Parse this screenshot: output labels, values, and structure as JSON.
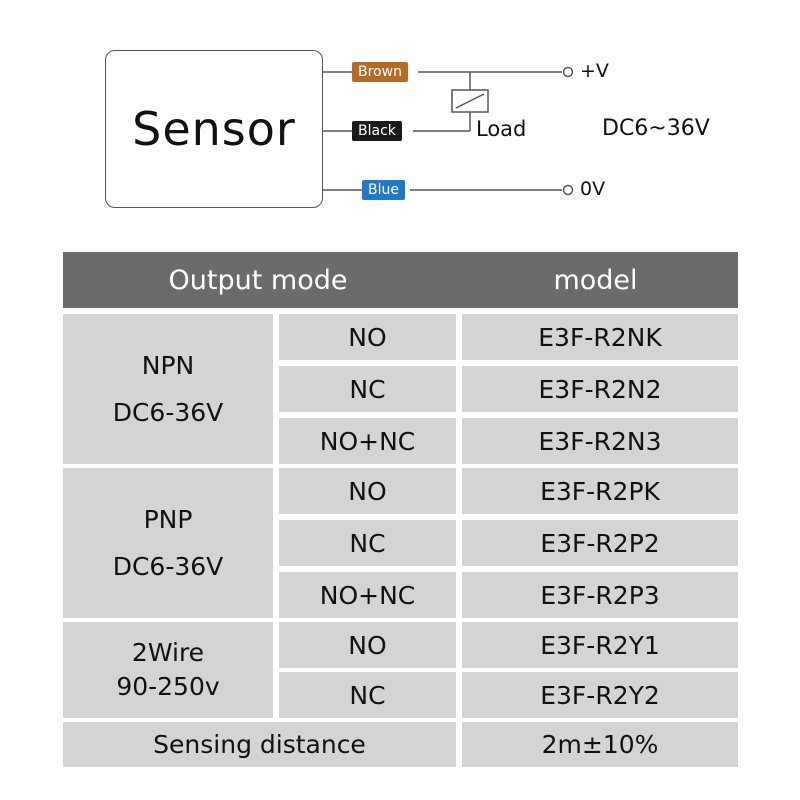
{
  "diagram": {
    "sensor_label": "Sensor",
    "wires": [
      {
        "label": "Brown",
        "color": "#b46b24"
      },
      {
        "label": "Black",
        "color": "#1b1b1b"
      },
      {
        "label": "Blue",
        "color": "#1f78c8"
      }
    ],
    "positive_label": "+V",
    "zero_label": "0V",
    "load_label": "Load",
    "supply_label": "DC6~36V"
  },
  "table": {
    "header": {
      "output_mode": "Output mode",
      "model": "model"
    },
    "groups": [
      {
        "type": "NPN",
        "voltage": "DC6-36V",
        "rows": [
          {
            "mode": "NO",
            "model": "E3F-R2NK"
          },
          {
            "mode": "NC",
            "model": "E3F-R2N2"
          },
          {
            "mode": "NO+NC",
            "model": "E3F-R2N3"
          }
        ]
      },
      {
        "type": "PNP",
        "voltage": "DC6-36V",
        "rows": [
          {
            "mode": "NO",
            "model": "E3F-R2PK"
          },
          {
            "mode": "NC",
            "model": "E3F-R2P2"
          },
          {
            "mode": "NO+NC",
            "model": "E3F-R2P3"
          }
        ]
      },
      {
        "type": "2Wire",
        "voltage": "90-250v",
        "rows": [
          {
            "mode": "NO",
            "model": "E3F-R2Y1"
          },
          {
            "mode": "NC",
            "model": "E3F-R2Y2"
          }
        ]
      }
    ],
    "footer": {
      "label": "Sensing distance",
      "value": "2m±10%"
    }
  }
}
